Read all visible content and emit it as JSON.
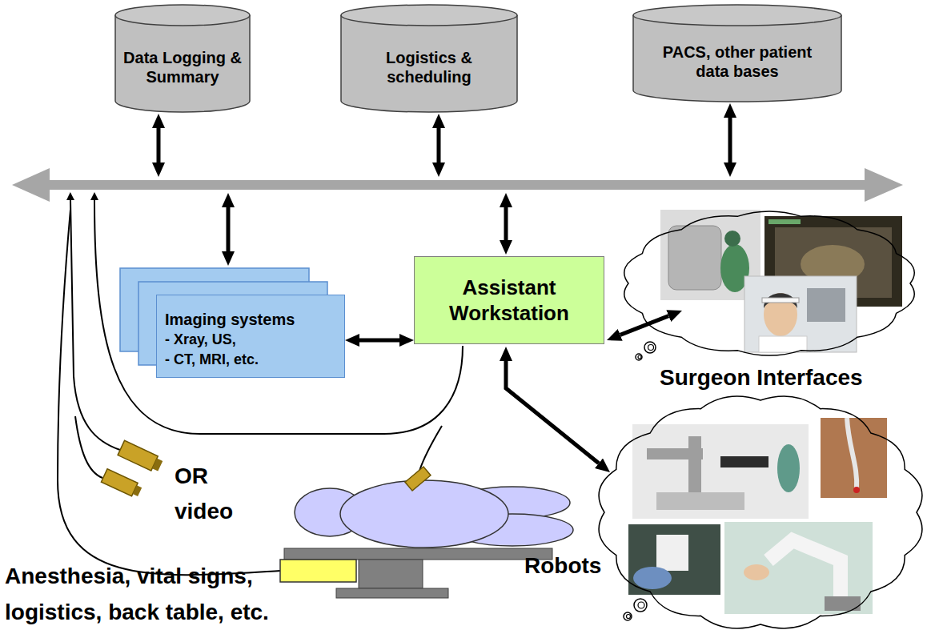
{
  "diagram": {
    "nodes": [
      {
        "text": [
          "Data Logging & Summary"
        ]
      },
      {
        "text": [
          "Logistics & scheduling"
        ]
      },
      {
        "text": [
          "PACS, other patient data bases"
        ]
      },
      {
        "text": [
          "Imaging systems",
          "- Xray, US,",
          "- CT, MRI, etc."
        ]
      },
      {
        "text": [
          "Assistant Workstation"
        ]
      },
      {
        "text": [
          "Surgeon Interfaces"
        ]
      },
      {
        "text": [
          "Robots"
        ]
      }
    ],
    "edges": [
      {
        "from": 3,
        "to": 4,
        "arrow": "both"
      },
      {
        "from": 4,
        "to": 5,
        "arrow": "both"
      },
      {
        "from": 4,
        "to": 6,
        "arrow": "both"
      }
    ],
    "labels": [
      "OR video",
      "Anesthesia, vital signs, logistics, back table, etc."
    ]
  }
}
